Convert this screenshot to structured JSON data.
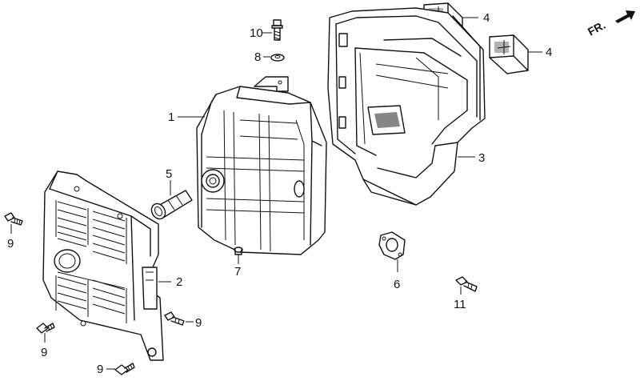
{
  "orientation": {
    "label": "FR.",
    "icon": "forward-arrow-icon"
  },
  "callouts": [
    {
      "id": "c10",
      "text": "10"
    },
    {
      "id": "c8",
      "text": "8"
    },
    {
      "id": "c1",
      "text": "1"
    },
    {
      "id": "c5",
      "text": "5"
    },
    {
      "id": "c9a",
      "text": "9"
    },
    {
      "id": "c7",
      "text": "7"
    },
    {
      "id": "c2",
      "text": "2"
    },
    {
      "id": "c9b",
      "text": "9"
    },
    {
      "id": "c9c",
      "text": "9"
    },
    {
      "id": "c9d",
      "text": "9"
    },
    {
      "id": "c4a",
      "text": "4"
    },
    {
      "id": "c4b",
      "text": "4"
    },
    {
      "id": "c3",
      "text": "3"
    },
    {
      "id": "c6",
      "text": "6"
    },
    {
      "id": "c11",
      "text": "11"
    }
  ]
}
